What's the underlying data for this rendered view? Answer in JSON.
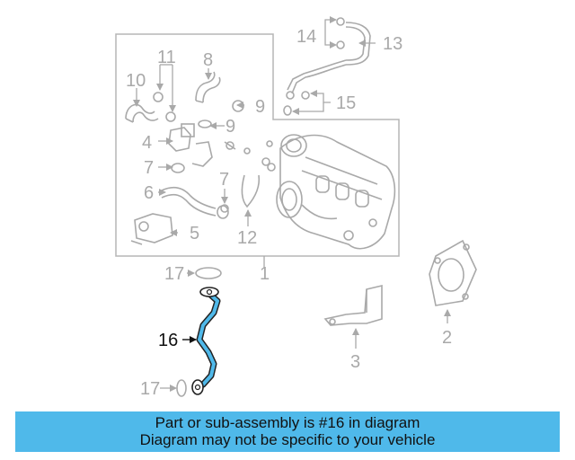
{
  "callouts": {
    "c1": "1",
    "c2": "2",
    "c3": "3",
    "c4": "4",
    "c5": "5",
    "c6": "6",
    "c7a": "7",
    "c7b": "7",
    "c8": "8",
    "c9a": "9",
    "c9b": "9",
    "c10": "10",
    "c11": "11",
    "c12": "12",
    "c13": "13",
    "c14": "14",
    "c15": "15",
    "c16": "16",
    "c17a": "17",
    "c17b": "17"
  },
  "highlight_part": "16",
  "colors": {
    "line": "#a9a9a9",
    "highlight": "#4fb9ea",
    "banner": "#4fb9ea",
    "text": "#111111"
  },
  "banner": {
    "line1": "Part or sub-assembly is #16 in diagram",
    "line2": "Diagram may not be specific to your vehicle"
  }
}
